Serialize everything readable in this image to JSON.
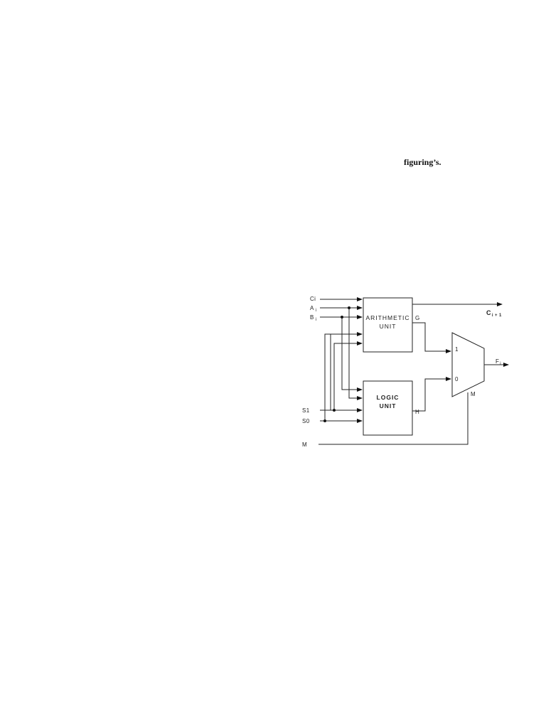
{
  "caption": "figuring’s.",
  "diagram": {
    "inputs": {
      "ci": "Ci",
      "a": "A",
      "a_sub": "i",
      "b": "B",
      "b_sub": "i",
      "s1": "S1",
      "s0": "S0",
      "m": "M"
    },
    "arithmetic_unit": {
      "line1": "ARITHMETIC",
      "line2": "UNIT",
      "output": "G"
    },
    "logic_unit": {
      "line1": "LOGIC",
      "line2": "UNIT",
      "output": "H"
    },
    "mux": {
      "input1": "1",
      "input0": "0",
      "select": "M"
    },
    "outputs": {
      "carry": "C",
      "carry_sub": "i + 1",
      "f": "F",
      "f_sub": "i"
    }
  }
}
